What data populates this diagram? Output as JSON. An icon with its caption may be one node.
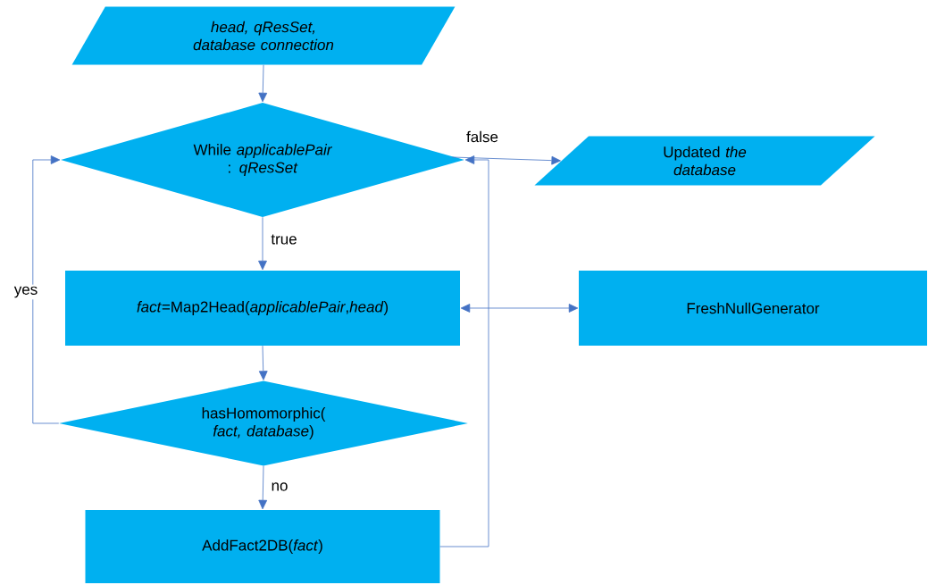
{
  "diagram": {
    "nodes": [
      {
        "text": [
          "head, qResSet, database connection"
        ]
      },
      {
        "text": [
          "While *applicablePair* : *qResSet*"
        ]
      },
      {
        "text": [
          "Updated *the database*"
        ]
      },
      {
        "text": [
          "*fact*=Map2Head(*applicablePair*,*head*)"
        ]
      },
      {
        "text": [
          "FreshNullGenerator"
        ]
      },
      {
        "text": [
          "hasHomomorphic( *fact, database*)"
        ]
      },
      {
        "text": [
          "AddFact2DB(*fact*)"
        ]
      }
    ],
    "edges": [
      {
        "from": 0,
        "to": 1,
        "arrow": "to"
      },
      {
        "from": 1,
        "to": 2,
        "arrow": "to",
        "label": "false"
      },
      {
        "from": 1,
        "to": 3,
        "arrow": "to",
        "label": "true"
      },
      {
        "from": 3,
        "to": 4,
        "arrow": "both"
      },
      {
        "from": 3,
        "to": 5,
        "arrow": "to"
      },
      {
        "from": 5,
        "to": 1,
        "arrow": "to",
        "label": "yes"
      },
      {
        "from": 5,
        "to": 6,
        "arrow": "to",
        "label": "no"
      },
      {
        "from": 6,
        "to": 1,
        "arrow": "to"
      }
    ]
  }
}
